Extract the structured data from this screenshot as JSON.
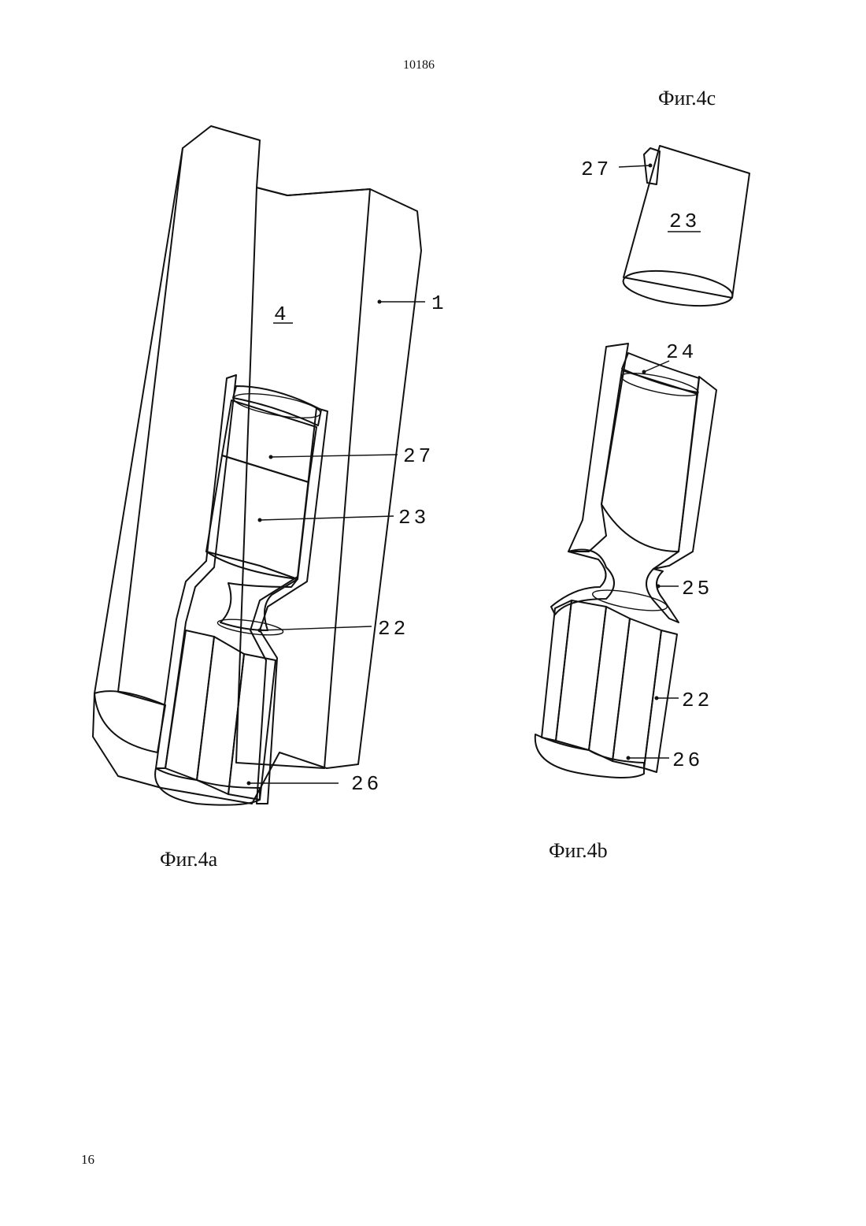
{
  "header": {
    "document_number": "10186"
  },
  "footer": {
    "page_number": "16"
  },
  "figures": {
    "fig_4a": {
      "caption": "Фиг.4а",
      "labels": [
        "4",
        "1",
        "27",
        "23",
        "22",
        "26"
      ]
    },
    "fig_4b": {
      "caption": "Фиг.4b",
      "labels": [
        "24",
        "25",
        "22",
        "26"
      ]
    },
    "fig_4c": {
      "caption": "Фиг.4с",
      "labels": [
        "27",
        "23"
      ]
    }
  }
}
